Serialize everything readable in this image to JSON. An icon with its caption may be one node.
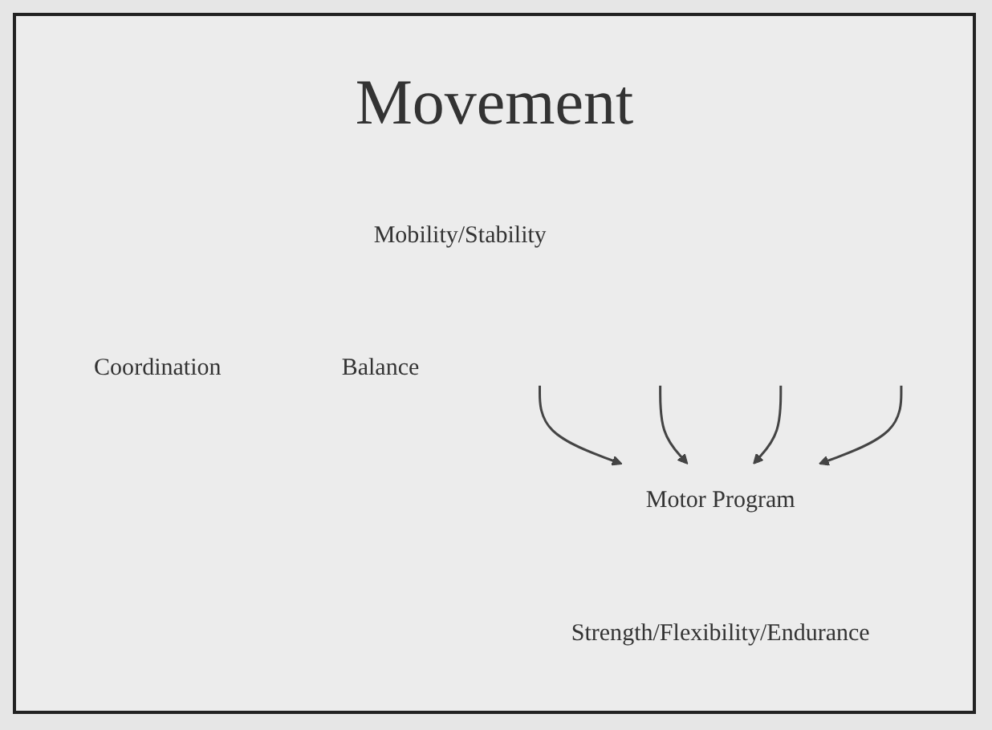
{
  "diagram": {
    "title": "Movement",
    "nodes": [
      {
        "text": [
          "Mobility/Stability"
        ]
      },
      {
        "text": [
          "Coordination"
        ]
      },
      {
        "text": [
          "Motor Program"
        ]
      },
      {
        "text": [
          "Balance"
        ]
      },
      {
        "text": [
          "Strength/Flexibility/Endurance"
        ]
      }
    ],
    "edges": [
      {
        "from": null,
        "to": 2,
        "arrow": "to"
      },
      {
        "from": null,
        "to": 2,
        "arrow": "to"
      },
      {
        "from": null,
        "to": 2,
        "arrow": "to"
      },
      {
        "from": null,
        "to": 2,
        "arrow": "to"
      }
    ]
  }
}
